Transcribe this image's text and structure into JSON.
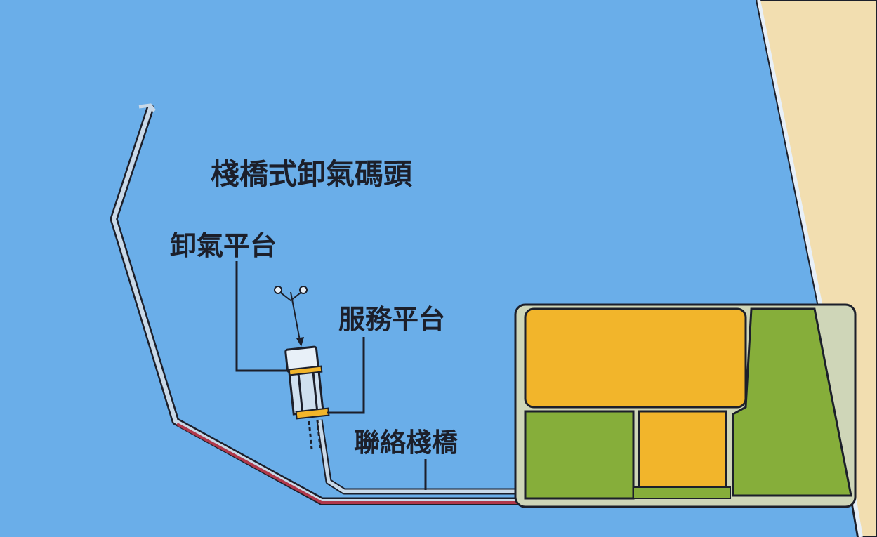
{
  "diagram": {
    "title": "棧橋式卸氣碼頭",
    "labels": {
      "unloading_platform": "卸氣平台",
      "service_platform": "服務平台",
      "trestle": "聯絡棧橋"
    }
  },
  "colors": {
    "sea": "#6aaee9",
    "land": "#f2deb0",
    "breakwater": "#c9d9e8",
    "outline": "#1c1f2a",
    "plot_yellow": "#f2b52b",
    "plot_green": "#86ae3a",
    "yard_edge": "#cfd6b8",
    "pipeline_red": "#b0384b"
  }
}
